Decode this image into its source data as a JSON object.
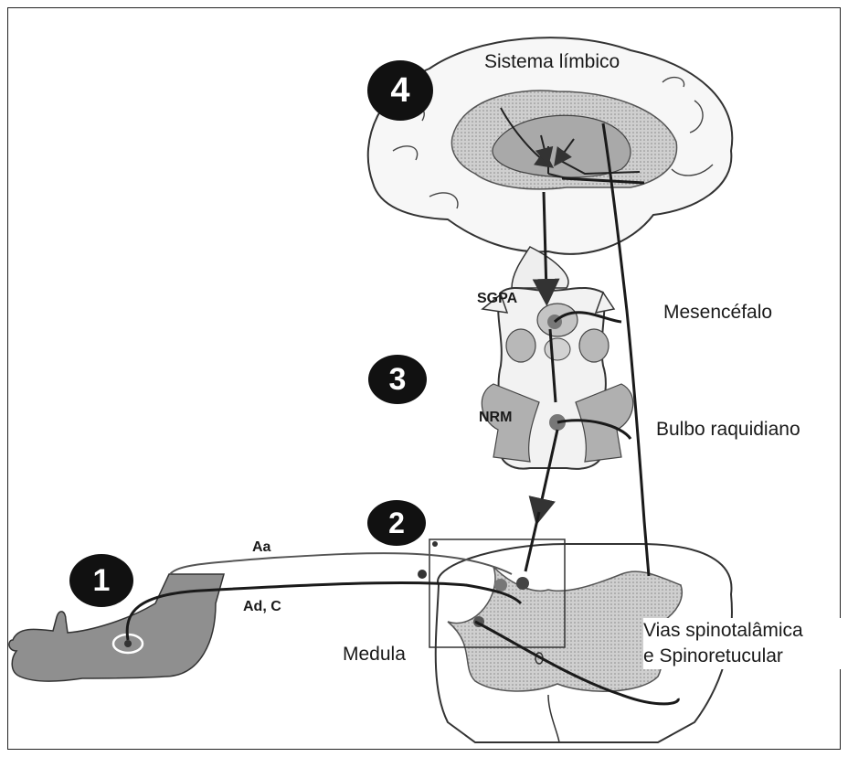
{
  "labels": {
    "limbic": "Sistema límbico",
    "sgpa": "SGPA",
    "mesencefalo": "Mesencéfalo",
    "nrm": "NRM",
    "bulbo": "Bulbo raquidiano",
    "aa": "Aa",
    "adc": "Ad, C",
    "medula": "Medula",
    "vias_line1": "Vias spinotalâmica",
    "vias_line2": "e Spinoretucular"
  },
  "badges": [
    "1",
    "2",
    "3",
    "4"
  ],
  "colors": {
    "ink": "#1a1a1a",
    "gray_fill": "#8c8c8c",
    "light_fill": "#d4d4d4",
    "badge": "#111111"
  }
}
